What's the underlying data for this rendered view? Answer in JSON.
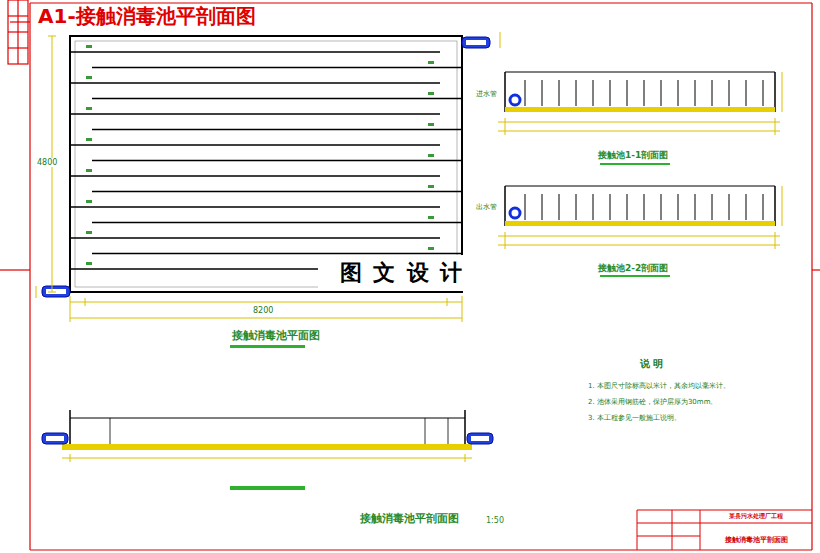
{
  "diagram": {
    "title": "A1-接触消毒池平剖面图",
    "nodes": [
      {
        "text": [
          "图 文 设 计"
        ]
      },
      {
        "text": [
          "某县污水处理厂工程"
        ]
      },
      {
        "text": [
          "接触消毒池平剖面图"
        ],
        "in": 1
      }
    ],
    "labels": [
      "接触消毒池平面图",
      "接触池1-1剖面图",
      "接触池2-2剖面图",
      "接触消毒池平剖面图",
      "1:50",
      "说 明",
      "1. 本图尺寸除标高以米计，其余均以毫米计。",
      "2. 池体采用钢筋砼，保护层厚为30mm。",
      "3. 本工程参见一般施工说明。",
      "进水管",
      "出水管",
      "8200",
      "4800"
    ]
  }
}
